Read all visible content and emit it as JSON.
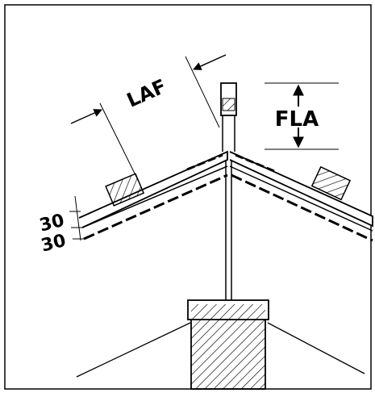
{
  "labels": {
    "laf": "LAF",
    "fla": "FLA",
    "dim_upper": "30",
    "dim_lower": "30"
  },
  "colors": {
    "ink": "#000000",
    "hatch": "#000000",
    "background": "#ffffff"
  }
}
